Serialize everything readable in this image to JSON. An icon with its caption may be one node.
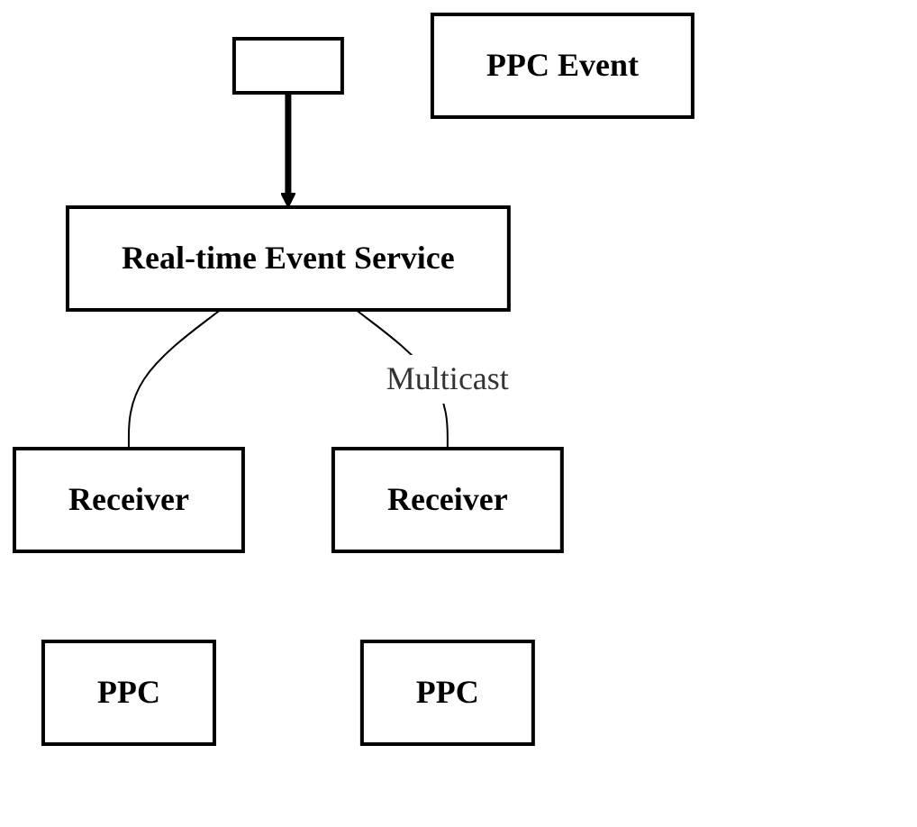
{
  "diagram": {
    "nodes": [
      {
        "text": [],
        "shape": "box"
      },
      {
        "text": [
          "PPC Event"
        ]
      },
      {
        "text": [
          "Real-time Event Service"
        ]
      },
      {
        "text": [
          "Receiver"
        ]
      },
      {
        "text": [
          "Receiver"
        ]
      },
      {
        "text": [
          "PPC"
        ]
      },
      {
        "text": [
          "PPC"
        ]
      }
    ],
    "edges": [
      {
        "from": 0,
        "to": 2,
        "arrow": "to",
        "style": "thick"
      },
      {
        "from": 2,
        "to": 3,
        "arrow": "none"
      },
      {
        "from": 2,
        "to": 4,
        "arrow": "none",
        "label": "Multicast"
      }
    ]
  }
}
